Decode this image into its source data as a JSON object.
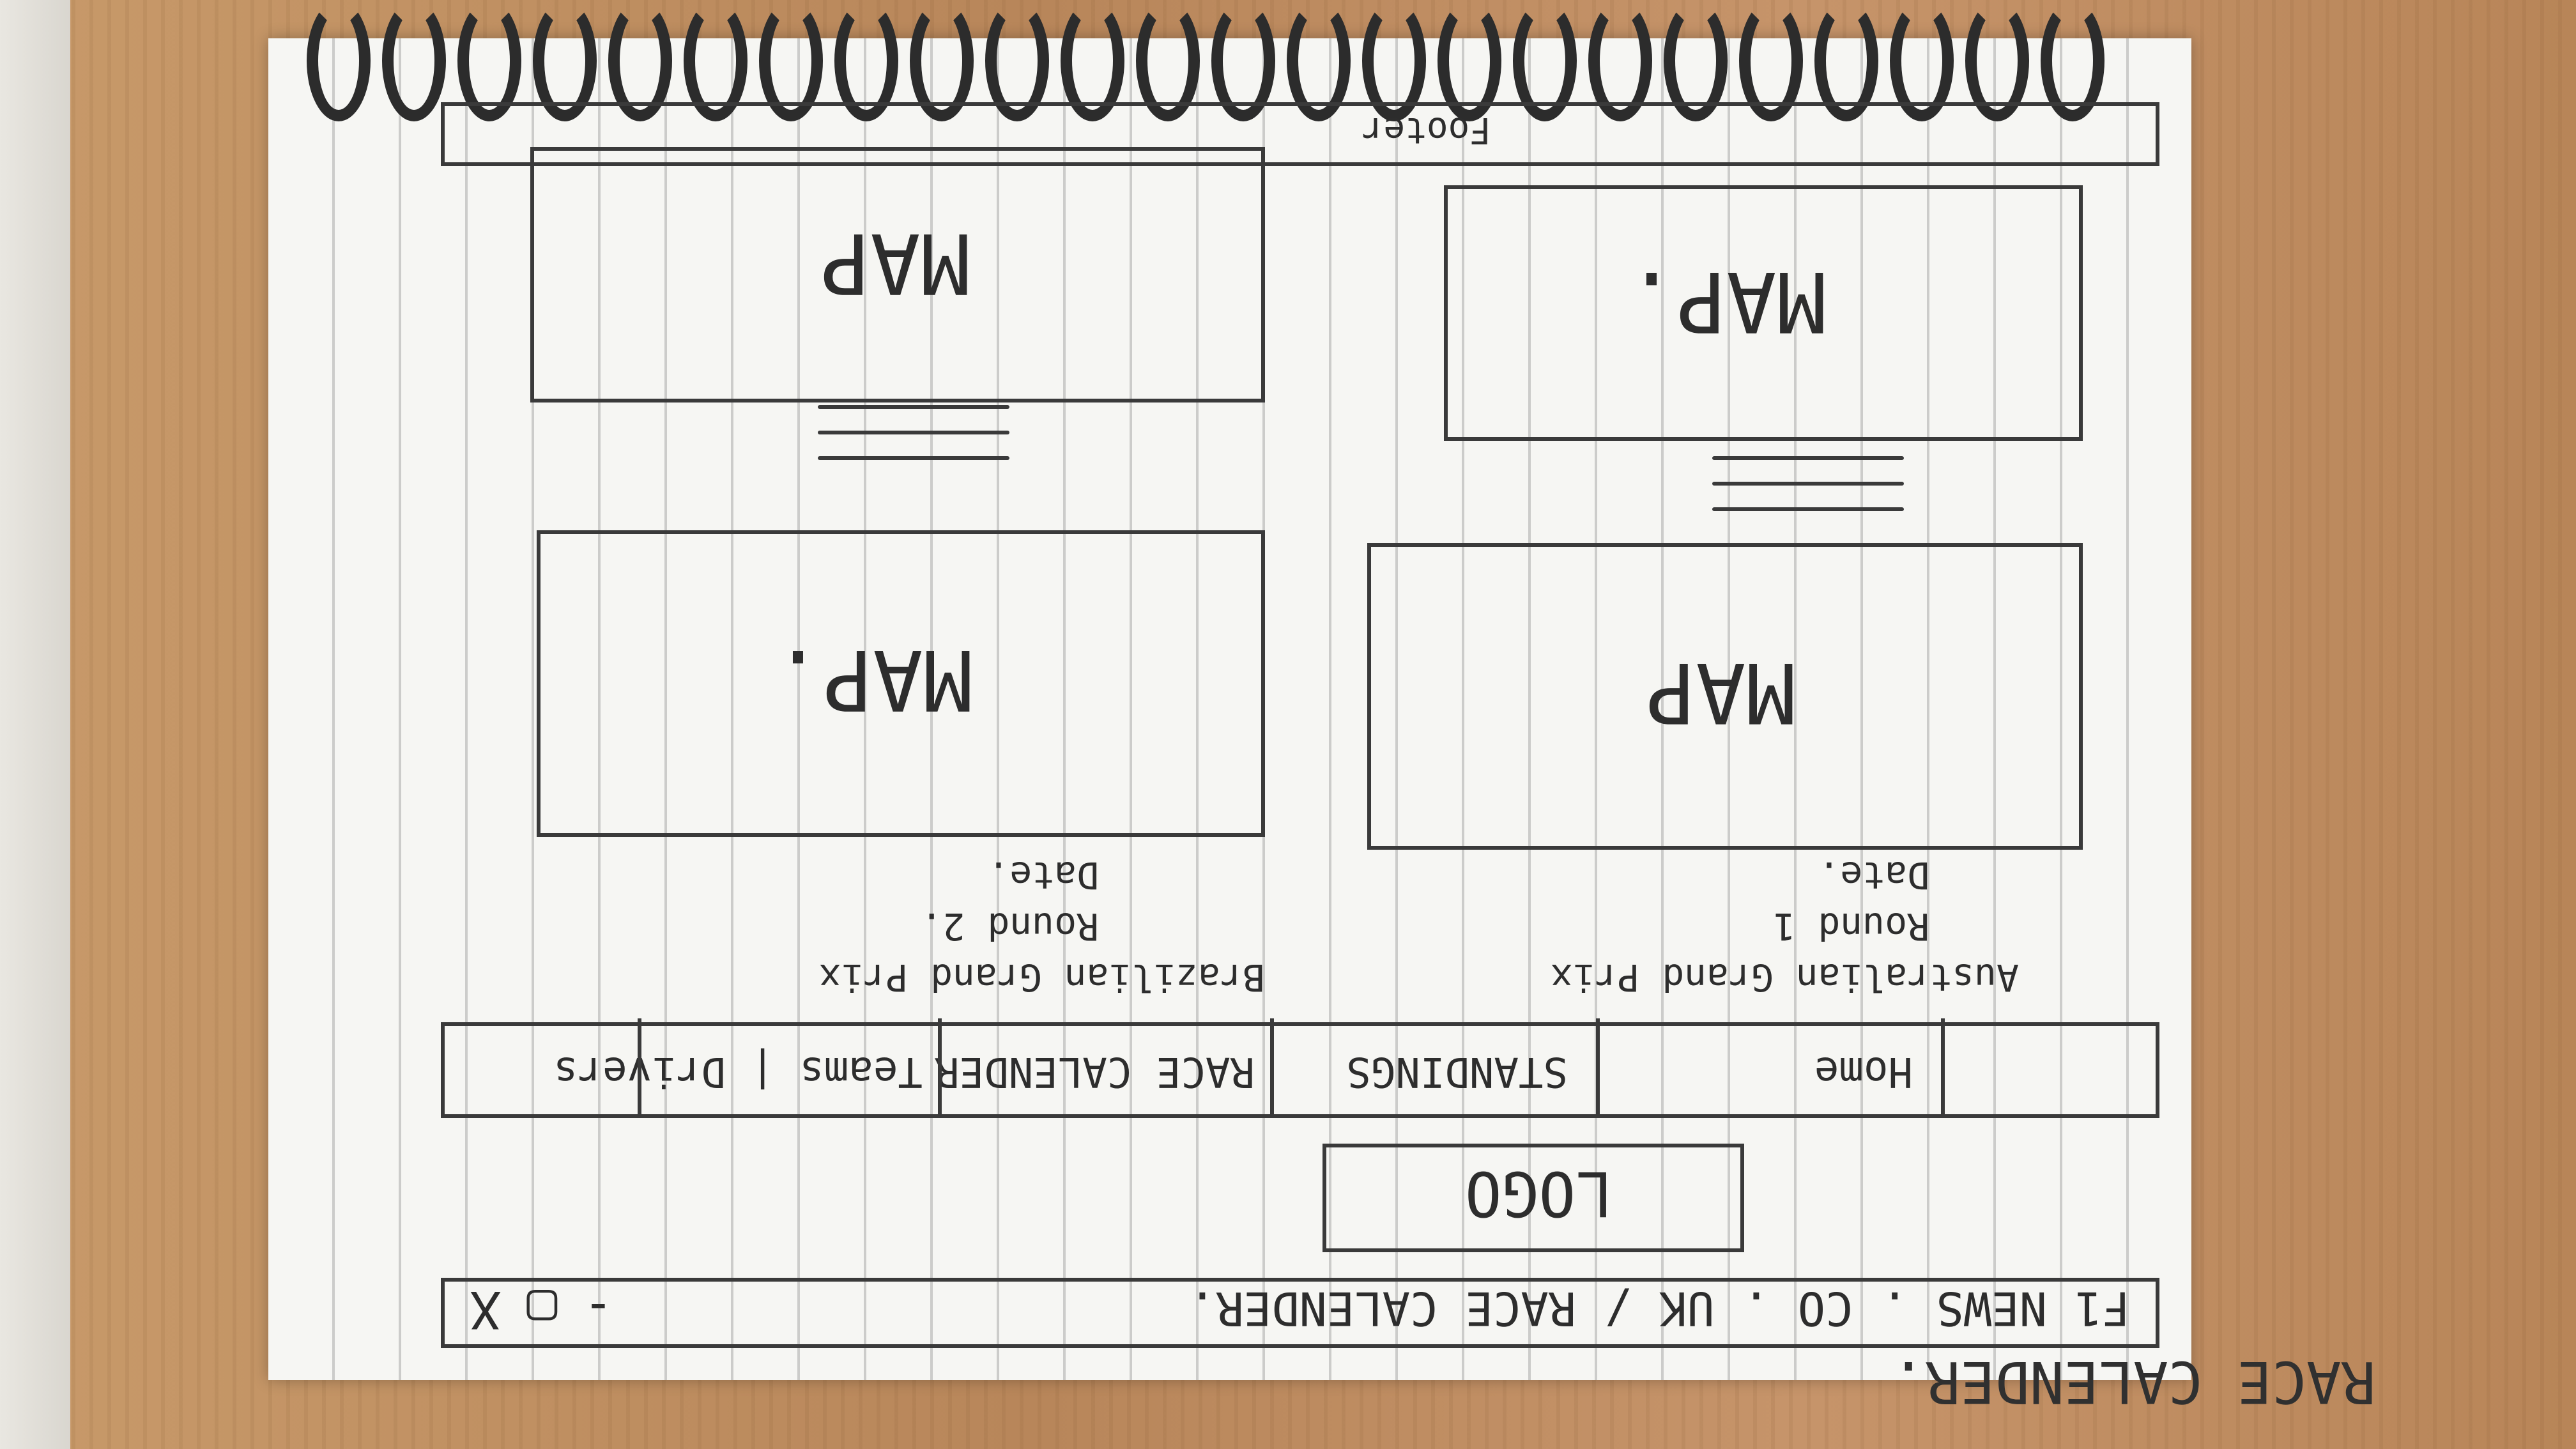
{
  "page_title": "RACE CALENDER.",
  "browser": {
    "url": "F1 NEWS . CO . UK / RACE CALENDER.",
    "controls": {
      "minimize": "-",
      "maximize": "▢",
      "close": "X"
    }
  },
  "logo": "LOGO",
  "nav": {
    "home": "Home",
    "standings": "STANDINGS",
    "race_calendar": "RACE CALENDER",
    "teams_drivers": "Teams | Drivers"
  },
  "races": [
    {
      "name": "Australian Grand Prix",
      "round": "Round 1",
      "date": "Date."
    },
    {
      "name": "Brazilian Grand Prix",
      "round": "Round 2.",
      "date": "Date."
    }
  ],
  "maps": [
    "MAP",
    "MAP.",
    "MAP.",
    "MAP"
  ],
  "footer": "Footer"
}
